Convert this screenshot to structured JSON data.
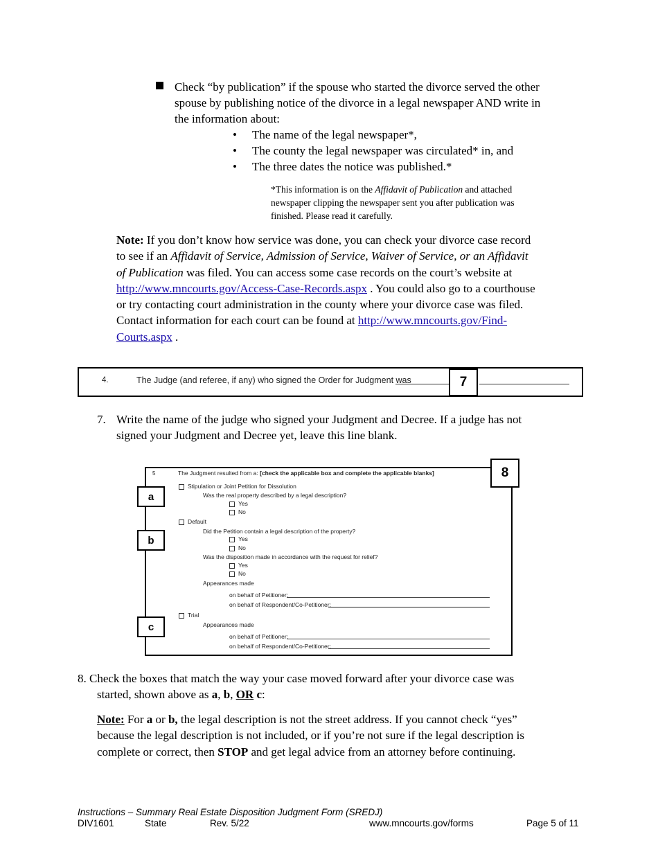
{
  "pub": {
    "line1": "Check “by publication” if the spouse who started the divorce served the other",
    "line2": "spouse by publishing notice of the divorce in a legal newspaper AND write in",
    "line3": "the information about:",
    "bullets": [
      "The name of the legal newspaper*,",
      "The county the legal newspaper was circulated* in, and",
      "The three dates the notice was published.*"
    ],
    "fn1_pre": "*This information is on the ",
    "fn1_em": "Affidavit of Publication",
    "fn1_post": " and attached",
    "fn2": "newspaper clipping the newspaper sent you after publication was",
    "fn3": "finished. Please read it carefully."
  },
  "note": {
    "label": "Note:",
    "l1": " If you don’t know how service was done, you can check your divorce case record",
    "l2_pre": "to see if an ",
    "l2_em": "Affidavit of Service, Admission of Service, Waiver of Service, or an Affidavit",
    "l3_em": "of Publication",
    "l3_post": " was filed. You can access some case records on the court’s website at",
    "link1": "http://www.mncourts.gov/Access-Case-Records.aspx",
    "l4_post": " . You could also go to a courthouse",
    "l5": "or try  contacting court administration in the county where your divorce case was filed.",
    "l6_pre": "Contact information for each court can be found at ",
    "link2a": "http://www.mncourts.gov/Find-",
    "link2b": "Courts.aspx",
    "l7_post": " ."
  },
  "excerpt7": {
    "num": "4.",
    "text": "The Judge (and referee, if any) who signed the Order for Judgment was",
    "tag": "7"
  },
  "step7": {
    "num": "7.",
    "l1": "Write the name of the judge who signed your Judgment and Decree.  If a judge has not",
    "l2": "signed your Judgment and Decree yet, leave this line blank."
  },
  "excerpt8": {
    "num": "5",
    "title_pre": "The Judgment resulted from a: ",
    "title_bold": "[check the applicable box and complete the applicable blanks]",
    "tag": "8",
    "tag_a": "a",
    "tag_b": "b",
    "tag_c": "c",
    "stip": "Stipulation or Joint Petition for Dissolution",
    "q_real": "Was the real property described by a legal description?",
    "yes": "Yes",
    "no": "No",
    "default": "Default",
    "q_petition": "Did the Petition contain a legal description of the property?",
    "q_disp": "Was the disposition made in accordance with the request for relief?",
    "appear": "Appearances made",
    "pet": "on behalf of Petitioner:",
    "resp": "on behalf of Respondent/Co-Petitioner:",
    "trial": "Trial"
  },
  "step8": {
    "l1": "8. Check the boxes that match the way your case moved forward after your divorce case was",
    "l2_pre": "started, shown above as ",
    "a": "a",
    "comma": ", ",
    "b": "b",
    "c": "c",
    "or": "OR",
    "colon": ":",
    "note_label": "Note:",
    "n1_pre": " For ",
    "n1_mid": " or ",
    "b_comma": "b,",
    "n1_post": " the legal description is not the street address. If you cannot check “yes”",
    "n2": "because the legal description is not included, or if you’re not sure if the legal description is",
    "n3_pre": "complete or correct, then ",
    "stop": "STOP",
    "n3_post": " and get legal advice from an attorney before continuing."
  },
  "footer": {
    "title": "Instructions – Summary Real Estate Disposition Judgment Form (SREDJ)",
    "code": "DIV1601",
    "state": "State",
    "rev": "Rev. 5/22",
    "url": "www.mncourts.gov/forms",
    "page": "Page 5 of 11"
  }
}
